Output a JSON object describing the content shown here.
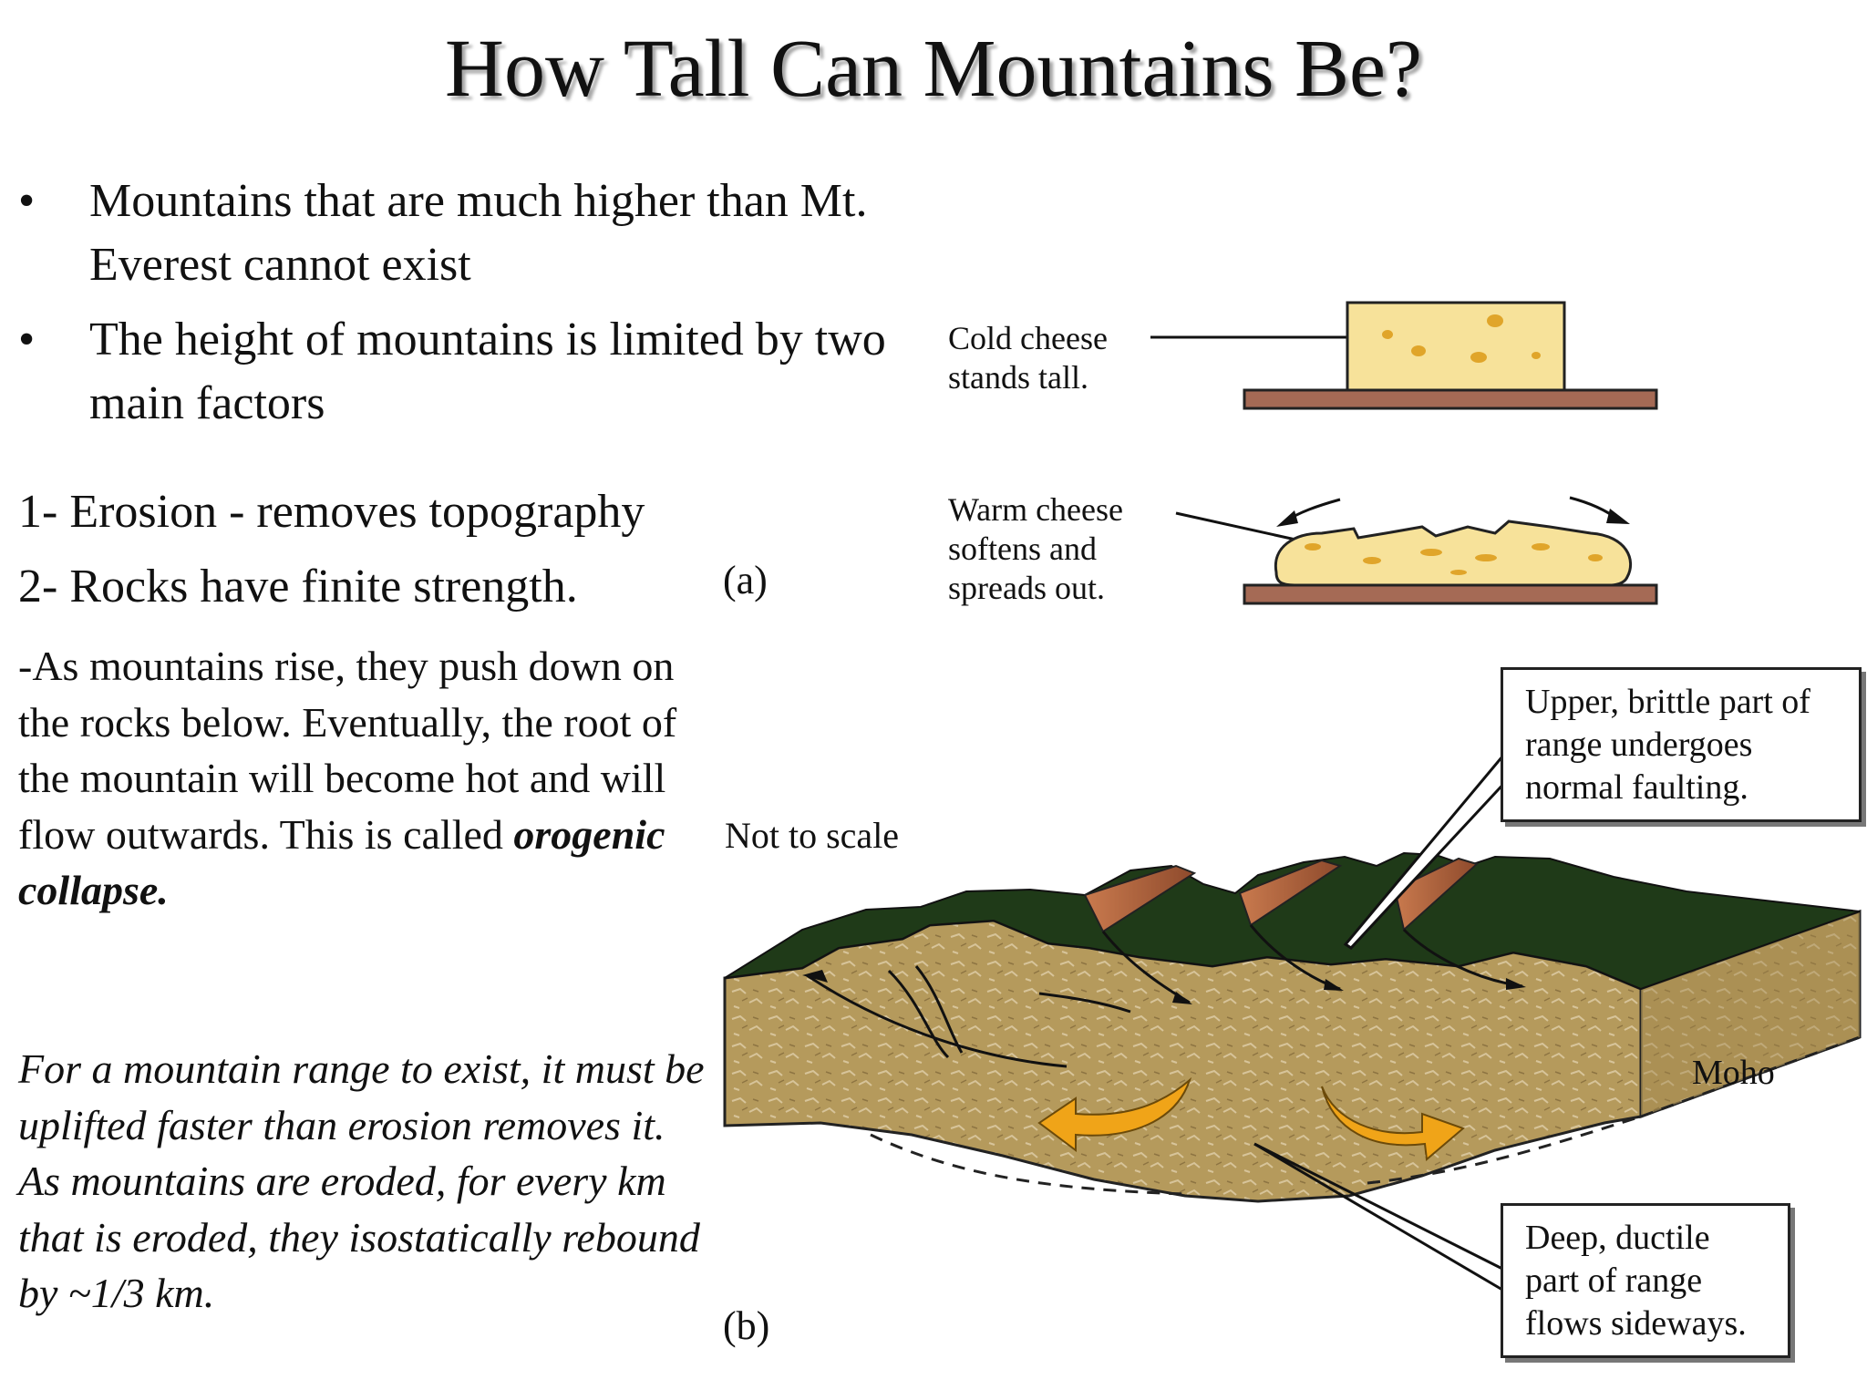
{
  "title": "How Tall Can Mountains Be?",
  "bullets": [
    {
      "symbol": "•",
      "text": "Mountains that are much higher than Mt. Everest cannot exist"
    },
    {
      "symbol": "•",
      "text": "The height of mountains is limited by two main factors"
    }
  ],
  "factors": [
    "1- Erosion - removes topography",
    "2- Rocks have finite strength."
  ],
  "collapse_paragraph": {
    "text": "-As mountains rise, they push down on the rocks below. Eventually, the root of the mountain will become hot and will flow outwards. This is called",
    "emphasis": "orogenic collapse."
  },
  "italic_notes": [
    "For a mountain range to exist, it must be uplifted faster than erosion removes it.",
    "As mountains are eroded, for every km that is eroded, they isostatically rebound by ~1/3 km."
  ],
  "figure_a": {
    "label": "(a)",
    "cold_caption": "Cold cheese stands tall.",
    "warm_caption": "Warm cheese softens and spreads out."
  },
  "figure_b": {
    "label": "(b)",
    "scale_note": "Not to scale",
    "moho_label": "Moho",
    "upper_callout": "Upper, brittle part of range undergoes normal faulting.",
    "deep_callout": "Deep, ductile part of range flows sideways."
  },
  "colors": {
    "cheese": "#f7e29a",
    "cheese_hole": "#e0a52a",
    "board": "#a56a55",
    "crust": "#b59a5c",
    "vegetation": "#1f3a18",
    "flow_arrow": "#f0a418",
    "fault_scarp": "#b5653c"
  }
}
